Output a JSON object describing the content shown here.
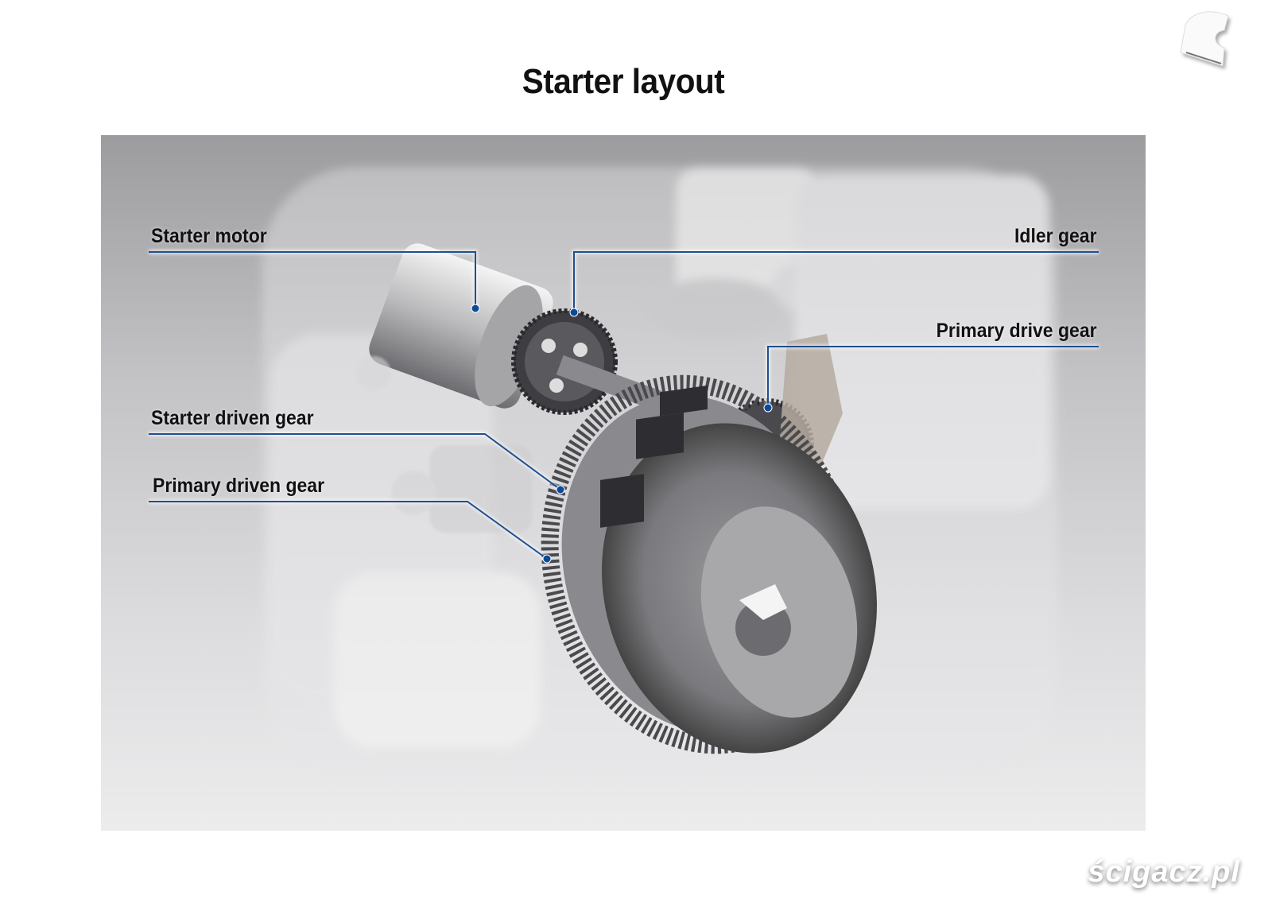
{
  "title": "Starter layout",
  "labels": {
    "starter_motor": "Starter motor",
    "idler_gear": "Idler gear",
    "primary_drive_gear": "Primary drive gear",
    "starter_driven_gear": "Starter driven gear",
    "primary_driven_gear": "Primary driven gear"
  },
  "colors": {
    "leader_line": "#1f4f8f",
    "dot": "#0b4a9a",
    "title": "#111111"
  },
  "watermark": "ścigacz.pl",
  "logo": "helmet-logo"
}
